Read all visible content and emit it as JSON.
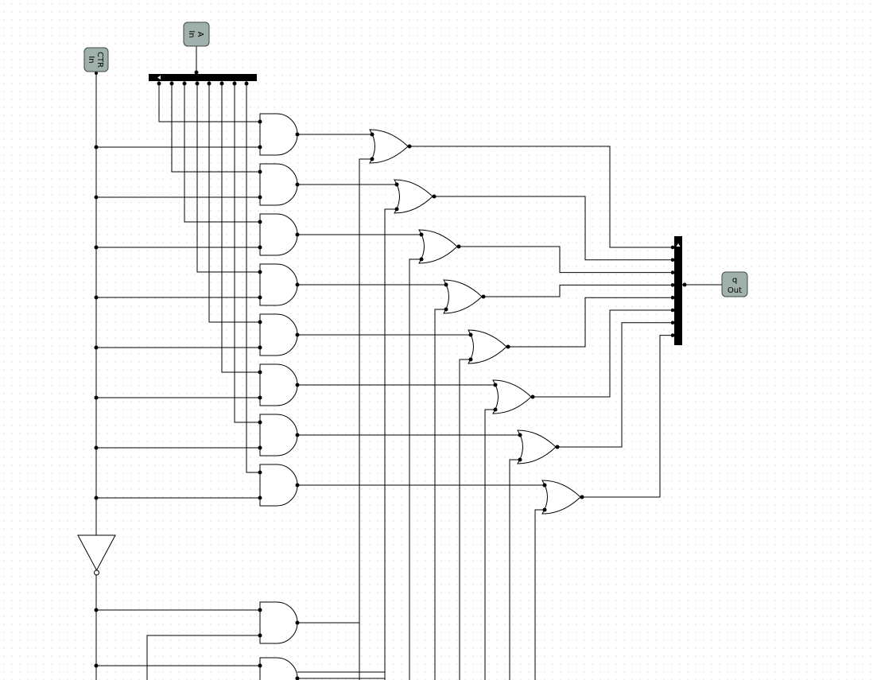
{
  "diagram": {
    "pins": [
      {
        "id": "ctr",
        "name": "CTR",
        "dir": "In",
        "rotated": true
      },
      {
        "id": "a",
        "name": "A",
        "dir": "In",
        "rotated": true
      },
      {
        "id": "q",
        "name": "q",
        "dir": "Out",
        "rotated": false
      }
    ],
    "bit_count": 8,
    "colors": {
      "wire": "#000000",
      "pin_fill": "#9fb0ad",
      "pin_stroke": "#3c4a47",
      "grid": "#c8c8c8"
    }
  }
}
